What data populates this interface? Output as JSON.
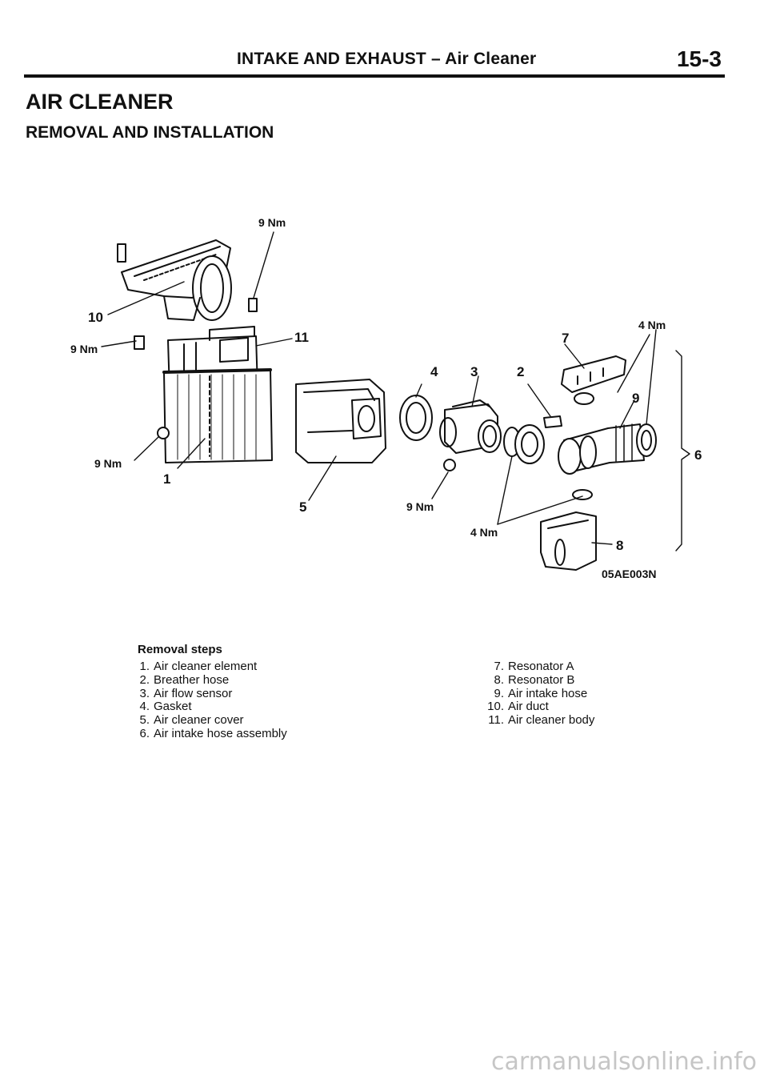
{
  "header": {
    "title": "INTAKE AND EXHAUST – Air Cleaner",
    "page_number": "15-3"
  },
  "section_title": "AIR CLEANER",
  "subsection_title": "REMOVAL AND INSTALLATION",
  "diagram": {
    "figure_code": "05AE003N",
    "callouts": {
      "c1": "1",
      "c2": "2",
      "c3": "3",
      "c4": "4",
      "c5": "5",
      "c6": "6",
      "c7": "7",
      "c8": "8",
      "c9": "9",
      "c10": "10",
      "c11": "11"
    },
    "torques": {
      "t_top": "9 Nm",
      "t_left": "9 Nm",
      "t_bottom_left": "9 Nm",
      "t_cover": "9 Nm",
      "t_clamp": "4 Nm",
      "t_right": "4 Nm"
    }
  },
  "removal_steps": {
    "heading": "Removal steps",
    "left": [
      {
        "num": "1.",
        "text": "Air cleaner element"
      },
      {
        "num": "2.",
        "text": "Breather hose"
      },
      {
        "num": "3.",
        "text": "Air flow sensor"
      },
      {
        "num": "4.",
        "text": "Gasket"
      },
      {
        "num": "5.",
        "text": "Air cleaner cover"
      },
      {
        "num": "6.",
        "text": "Air intake hose assembly"
      }
    ],
    "right": [
      {
        "num": "7.",
        "text": "Resonator A"
      },
      {
        "num": "8.",
        "text": "Resonator B"
      },
      {
        "num": "9.",
        "text": "Air intake hose"
      },
      {
        "num": "10.",
        "text": "Air duct"
      },
      {
        "num": "11.",
        "text": "Air cleaner body"
      }
    ]
  },
  "watermark": "carmanualsonline.info"
}
